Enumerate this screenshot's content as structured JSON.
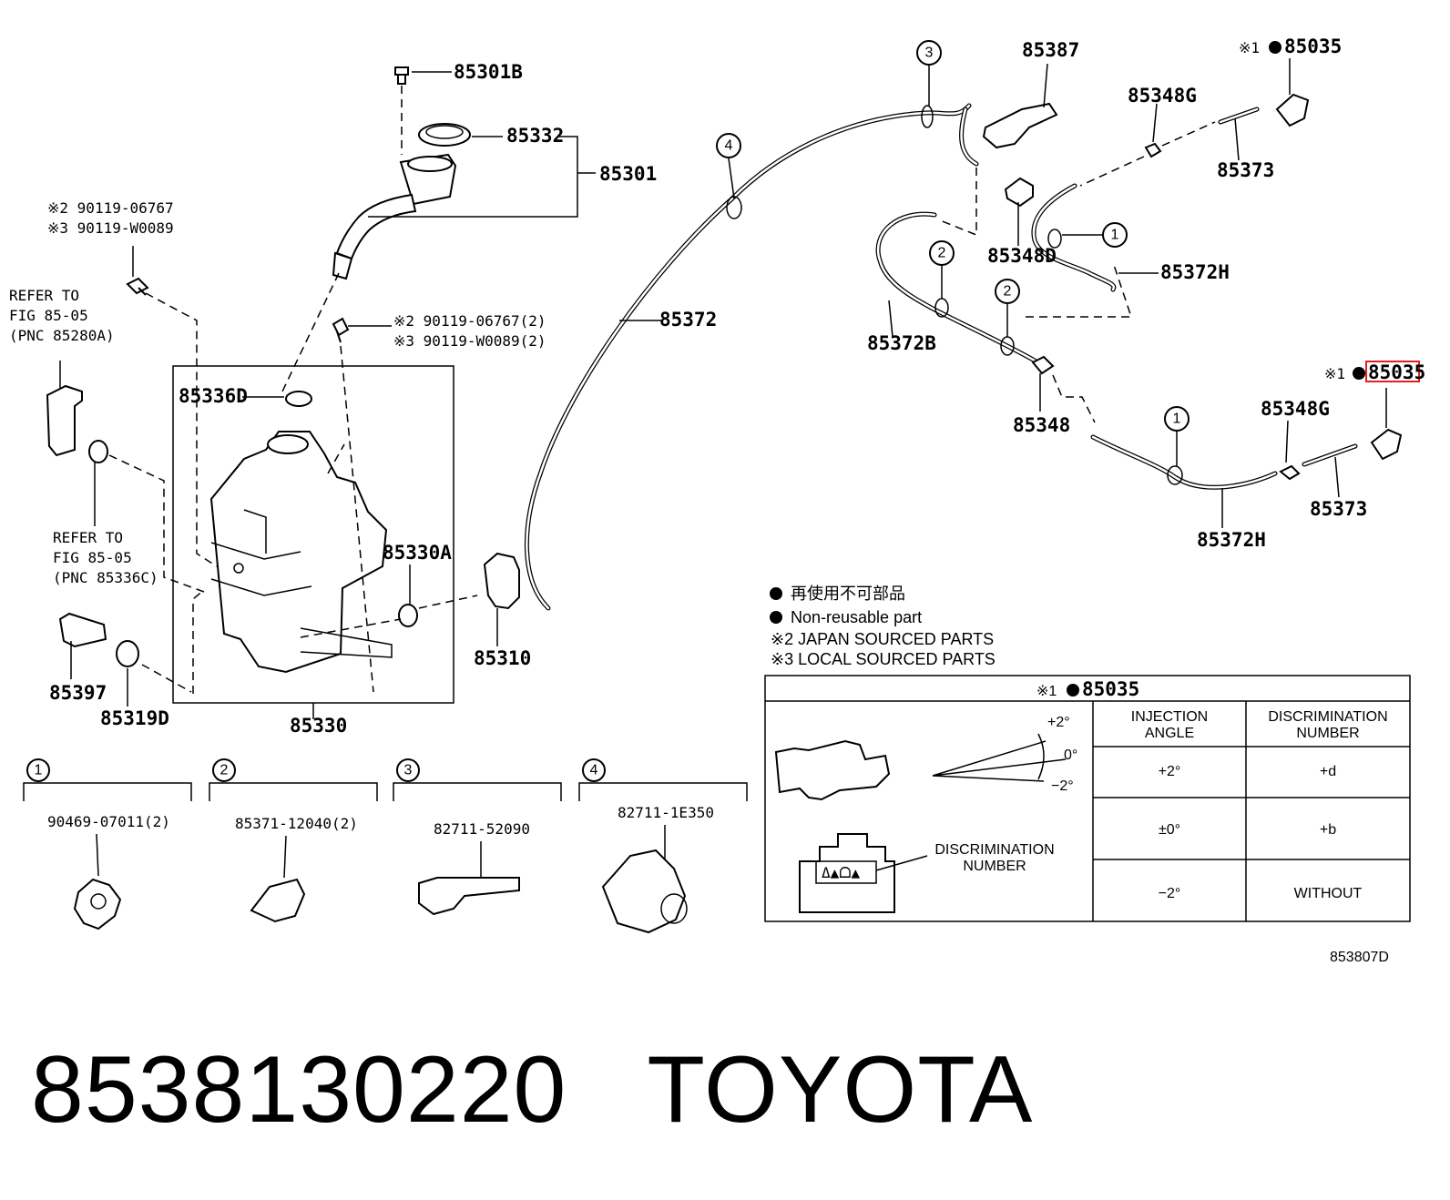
{
  "parts": {
    "p85301B": "85301B",
    "p85332": "85332",
    "p85301": "85301",
    "bolt_a_line1": "※2 90119-06767",
    "bolt_a_line2": "※3 90119-W0089",
    "refer1": [
      "REFER TO",
      "FIG 85-05",
      "(PNC 85280A)"
    ],
    "bolt_b_line1": "※2 90119-06767(2)",
    "bolt_b_line2": "※3 90119-W0089(2)",
    "p85336D": "85336D",
    "refer2": [
      "REFER TO",
      "FIG 85-05",
      "(PNC 85336C)"
    ],
    "p85330A": "85330A",
    "p85310": "85310",
    "p85397": "85397",
    "p85319D": "85319D",
    "p85330": "85330",
    "p85372": "85372",
    "p85387": "85387",
    "p85348D": "85348D",
    "p85372B": "85372B",
    "p85348": "85348",
    "p85348G_top": "85348G",
    "p85373_top": "85373",
    "p85372H_top": "85372H",
    "p85035_top": "85035",
    "p85035_mid": "85035",
    "p85348G_bot": "85348G",
    "p85373_bot": "85373",
    "p85372H_bot": "85372H",
    "mark1": "※1",
    "mark1b": "※1"
  },
  "callouts": [
    "1",
    "2",
    "3",
    "4"
  ],
  "legend": {
    "jp": "再使用不可部品",
    "en": "Non-reusable part",
    "japan": "※2 JAPAN SOURCED PARTS",
    "local": "※3 LOCAL SOURCED PARTS"
  },
  "clips": [
    {
      "num": "1",
      "pn": "90469-07011(2)"
    },
    {
      "num": "2",
      "pn": "85371-12040(2)"
    },
    {
      "num": "3",
      "pn": "82711-52090"
    },
    {
      "num": "4",
      "pn": "82711-1E350"
    }
  ],
  "inset": {
    "title_mark": "※1",
    "title_pn": "85035",
    "angle_plus": "+2°",
    "angle_zero": "0°",
    "angle_minus": "−2°",
    "disc_label": [
      "DISCRIMINATION",
      "NUMBER"
    ],
    "mark_text": "Δ▲ᗝ▲",
    "headers": [
      [
        "INJECTION",
        "ANGLE"
      ],
      [
        "DISCRIMINATION",
        "NUMBER"
      ]
    ],
    "rows": [
      {
        "angle": "+2°",
        "disc": "+d"
      },
      {
        "angle": "±0°",
        "disc": "+b"
      },
      {
        "angle": "−2°",
        "disc": "WITHOUT"
      }
    ]
  },
  "fig_id": "853807D",
  "footer": {
    "part_number": "8538130220",
    "brand": "TOYOTA"
  },
  "colors": {
    "highlight": "#e02020"
  }
}
